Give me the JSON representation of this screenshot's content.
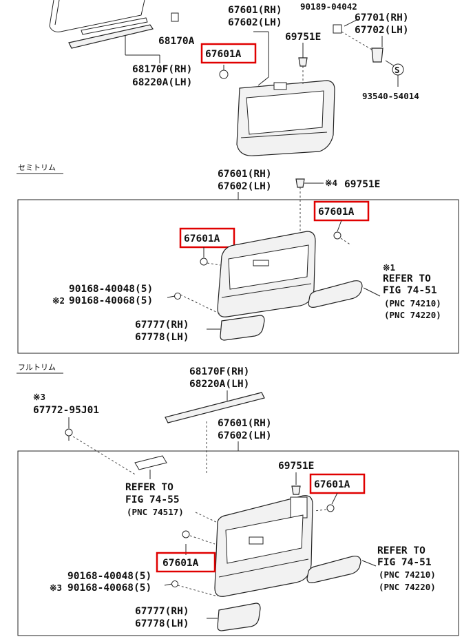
{
  "top": {
    "p67601_rh": "67601(RH)",
    "p67602_lh": "67602(LH)",
    "p90189": "90189-04042",
    "p67701_rh": "67701(RH)",
    "p67702_lh": "67702(LH)",
    "p68170a": "68170A",
    "p67601a": "67601A",
    "p69751e": "69751E",
    "p68170f_rh": "68170F(RH)",
    "p68220a_lh": "68220A(LH)",
    "p93540": "93540-54014",
    "s_mark": "S"
  },
  "semi": {
    "section_label": "セミトリム",
    "p67601_rh": "67601(RH)",
    "p67602_lh": "67602(LH)",
    "note4": "※4",
    "p69751e": "69751E",
    "p67601a_right": "67601A",
    "p67601a_left": "67601A",
    "note1": "※1",
    "refer_to": "REFER TO",
    "fig": "FIG 74-51",
    "pnc1": "(PNC 74210)",
    "pnc2": "(PNC 74220)",
    "screw1": "90168-40048(5)",
    "note2": "※2",
    "screw2": "90168-40068(5)",
    "p67777_rh": "67777(RH)",
    "p67778_lh": "67778(LH)"
  },
  "full": {
    "section_label": "フルトリム",
    "p68170f_rh": "68170F(RH)",
    "p68220a_lh": "68220A(LH)",
    "note3": "※3",
    "clip": "67772-95J01",
    "p67601_rh": "67601(RH)",
    "p67602_lh": "67602(LH)",
    "refer_to_left": "REFER TO",
    "fig_left": "FIG 74-55",
    "pnc_left": "(PNC 74517)",
    "p69751e": "69751E",
    "p67601a_right": "67601A",
    "p67601a_left": "67601A",
    "refer_to_right": "REFER TO",
    "fig_right": "FIG 74-51",
    "pnc1": "(PNC 74210)",
    "pnc2": "(PNC 74220)",
    "screw1": "90168-40048(5)",
    "note3b": "※3",
    "screw2": "90168-40068(5)",
    "p67777_rh": "67777(RH)",
    "p67778_lh": "67778(LH)"
  },
  "highlight_color": "#e00000"
}
